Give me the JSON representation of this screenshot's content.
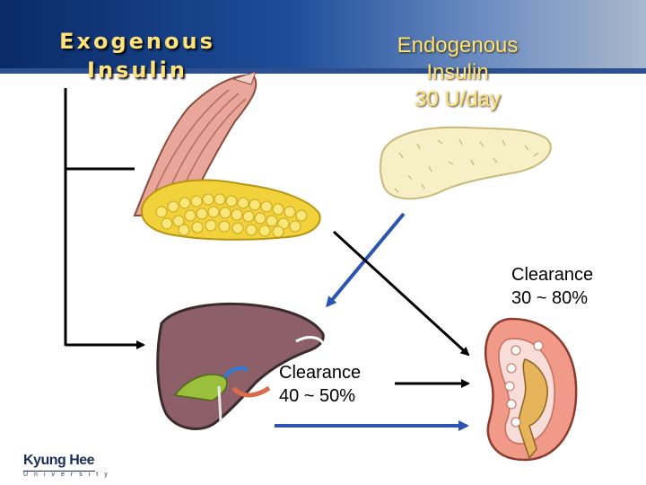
{
  "header": {
    "exogenous_line1": "Exogenous",
    "exogenous_line2": "Insulin",
    "endogenous_line1": "Endogenous",
    "endogenous_line2": "Insulin",
    "endogenous_line3": "30 U/day"
  },
  "labels": {
    "kidney_clearance_line1": "Clearance",
    "kidney_clearance_line2": "30 ~ 80%",
    "liver_clearance_line1": "Clearance",
    "liver_clearance_line2": "40 ~ 50%"
  },
  "logo": {
    "name": "Kyung Hee",
    "sub": "University"
  },
  "colors": {
    "title_text": "#ffe27a",
    "banner": "#1d4d9a",
    "blue_arrow": "#2a55b0",
    "black_arrow": "#000000"
  }
}
